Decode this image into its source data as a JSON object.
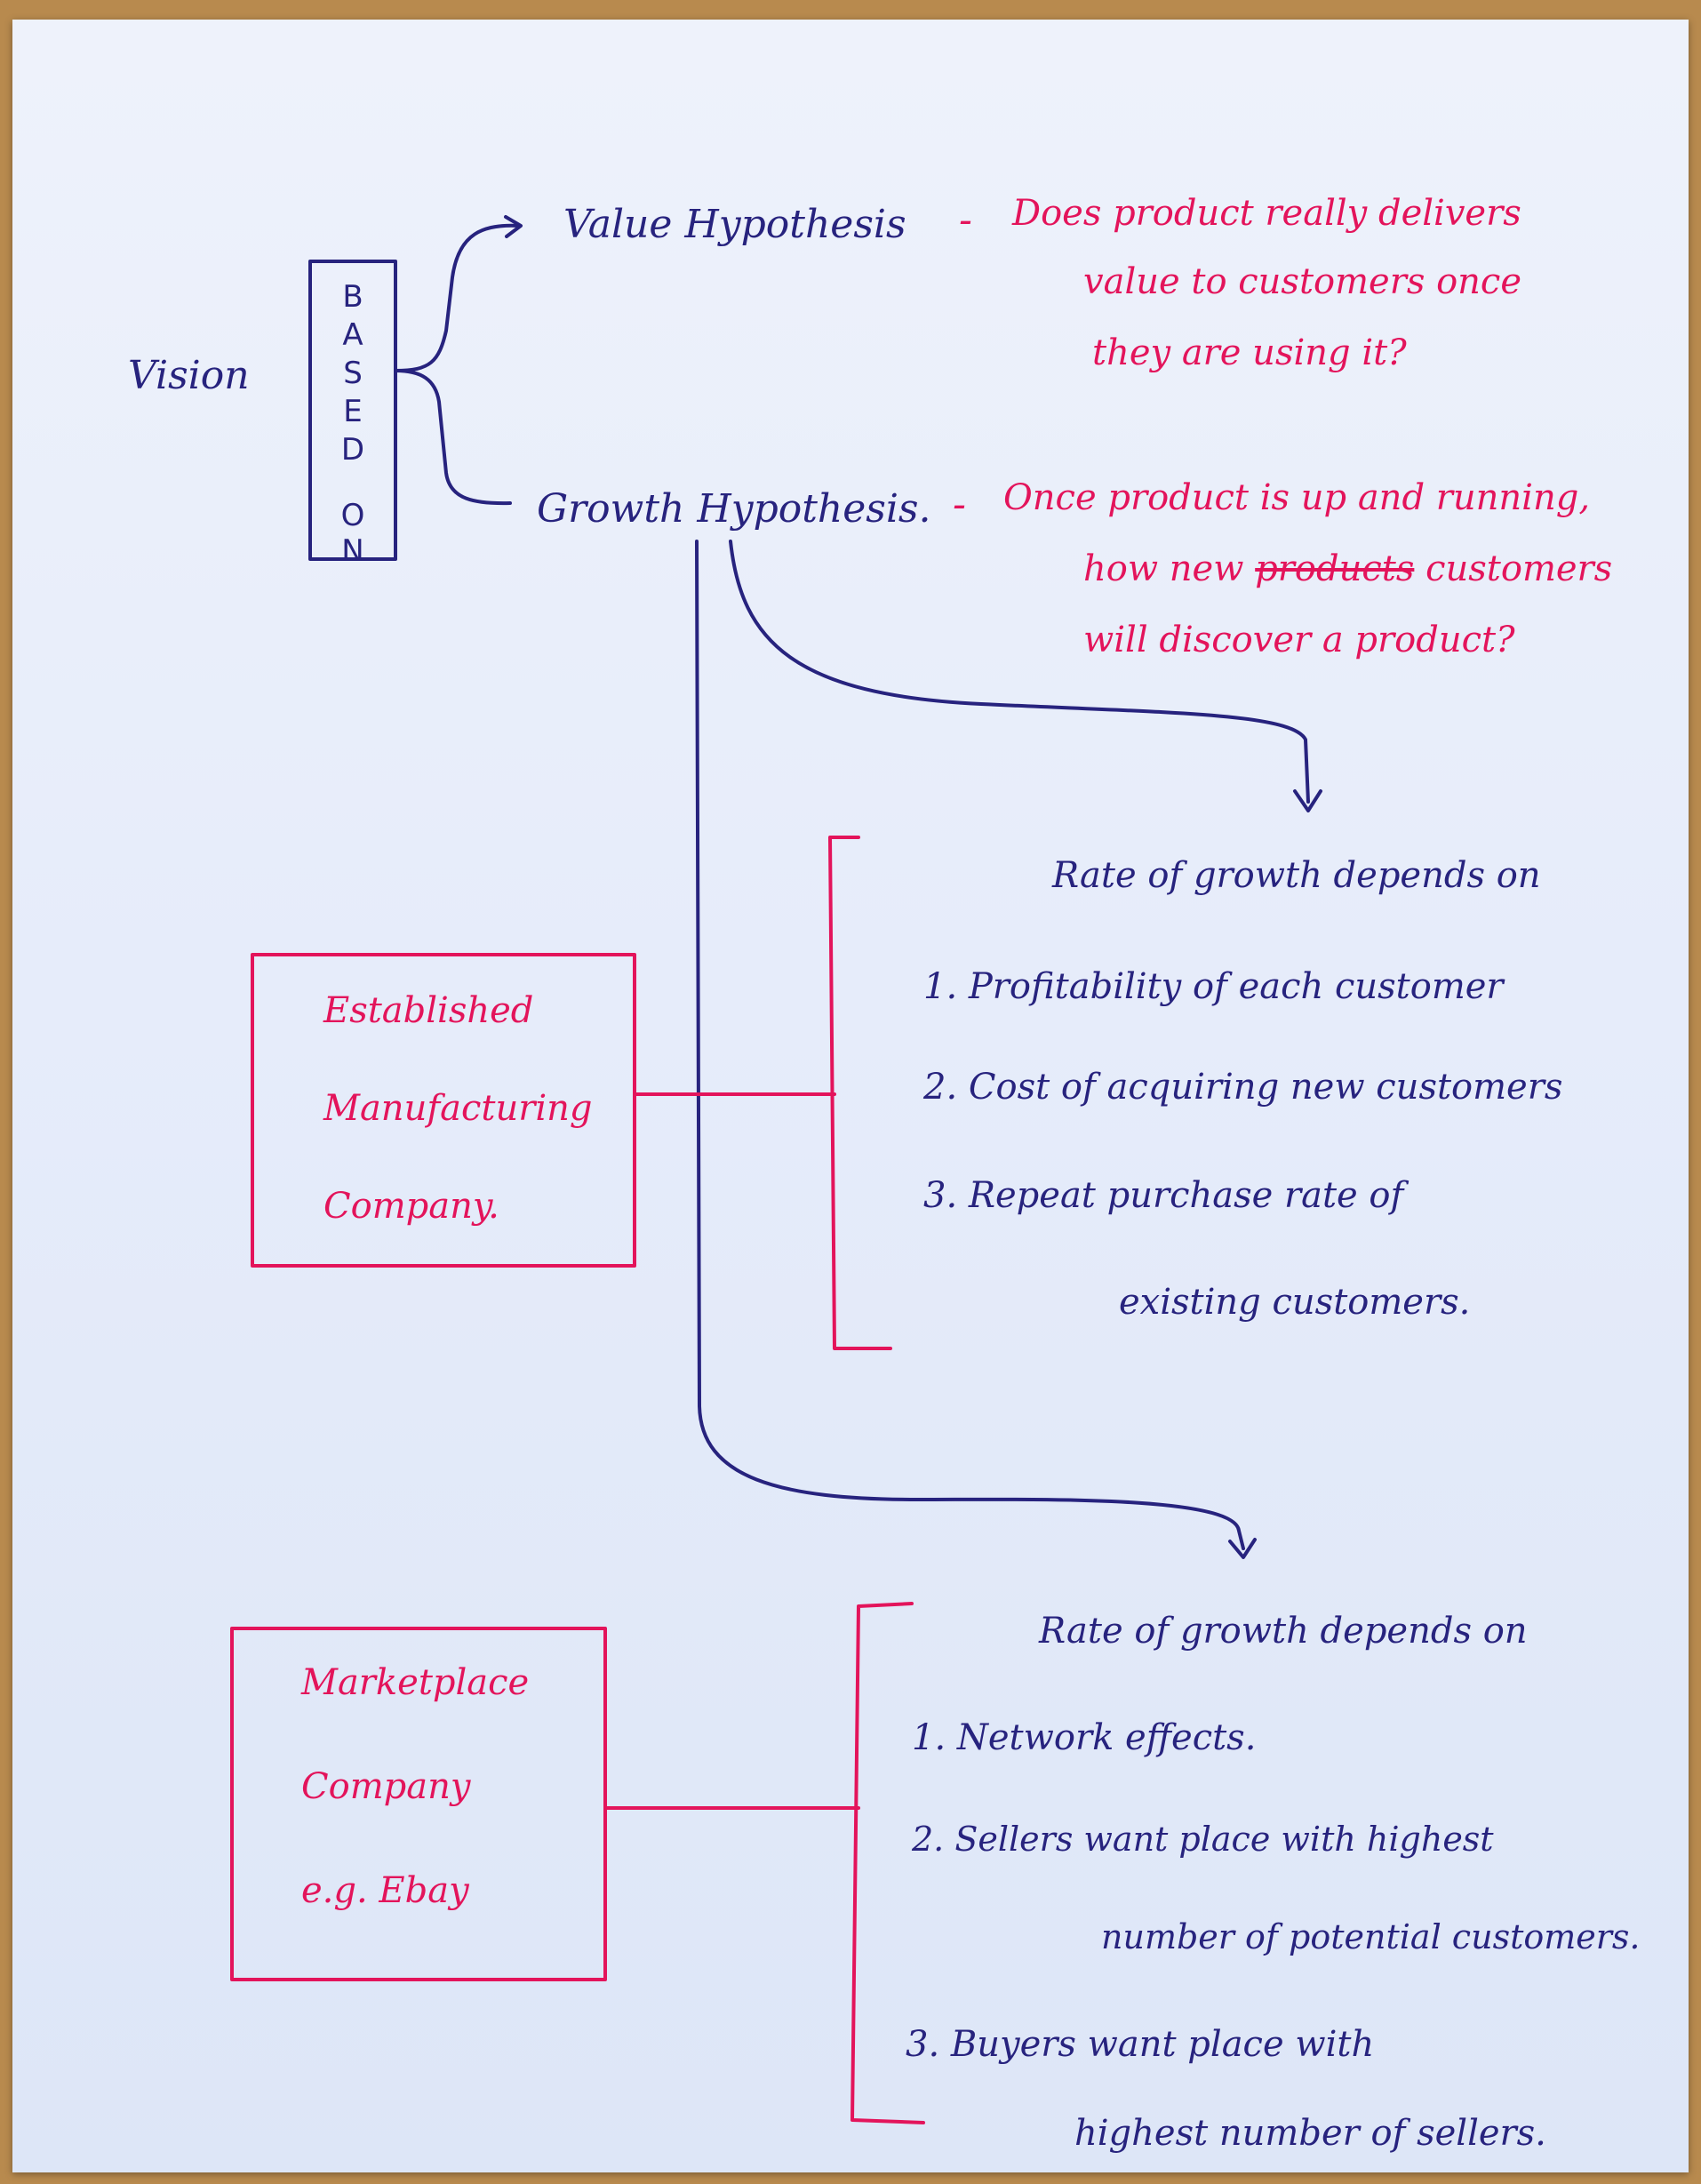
{
  "colors": {
    "ink_blue": "#27237e",
    "ink_red": "#e3145b",
    "paper": "#e6ecfa"
  },
  "vision": "Vision",
  "based_on_letters": [
    "B",
    "A",
    "S",
    "E",
    "D",
    "O",
    "N"
  ],
  "value_hypothesis": {
    "label": "Value Hypothesis",
    "dash": "-",
    "lines": [
      "Does product really delivers",
      "value to customers once",
      "they are using it?"
    ]
  },
  "growth_hypothesis": {
    "label": "Growth Hypothesis.",
    "dash": "-",
    "line1": "Once product is up and running,",
    "line2_pre": "how new",
    "line2_struck": "products",
    "line2_post": "customers",
    "line3": "will discover a product?"
  },
  "manufacturing": {
    "box_lines": [
      "Established",
      "Manufacturing",
      "Company."
    ],
    "heading": "Rate of growth depends on",
    "items": [
      "1. Profitability of each customer",
      "2. Cost of acquiring new customers",
      "3. Repeat purchase rate of",
      "existing customers."
    ]
  },
  "marketplace": {
    "box_lines": [
      "Marketplace",
      "Company",
      "e.g. Ebay"
    ],
    "heading": "Rate of growth depends on",
    "items": [
      "1. Network effects.",
      "2. Sellers want place with highest",
      "number of potential customers.",
      "3. Buyers want place with",
      "highest number of sellers."
    ]
  }
}
